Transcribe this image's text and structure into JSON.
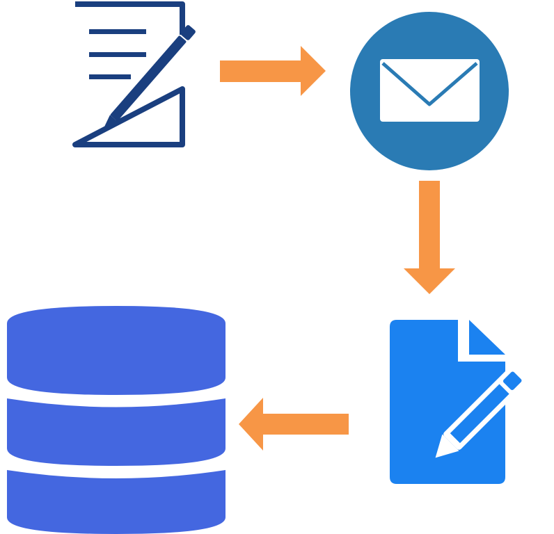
{
  "diagram": {
    "type": "flow",
    "nodes": [
      {
        "id": "write-form",
        "icon": "document-pen-icon",
        "color": "#1a3f7f"
      },
      {
        "id": "send-email",
        "icon": "envelope-icon",
        "color": "#2a7bb4"
      },
      {
        "id": "edit-file",
        "icon": "file-edit-icon",
        "color": "#1b82f0"
      },
      {
        "id": "store-data",
        "icon": "database-icon",
        "color": "#4467e0"
      }
    ],
    "edges": [
      {
        "from": "write-form",
        "to": "send-email",
        "direction": "right"
      },
      {
        "from": "send-email",
        "to": "edit-file",
        "direction": "down"
      },
      {
        "from": "edit-file",
        "to": "store-data",
        "direction": "left"
      }
    ],
    "arrow_color": "#f79646"
  }
}
